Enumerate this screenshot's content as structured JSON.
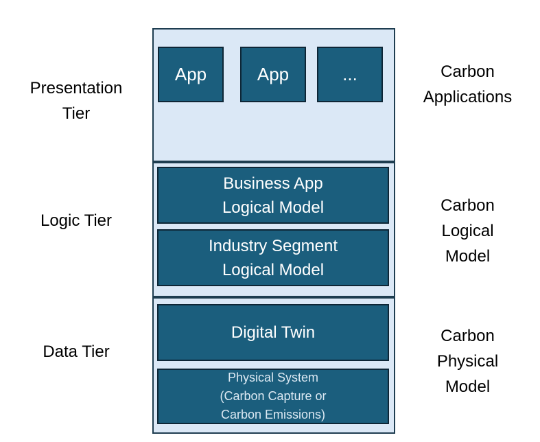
{
  "diagram": {
    "colors": {
      "panel_fill": "#DBE8F6",
      "panel_border": "#1E3D50",
      "box_fill": "#1B5E7D",
      "box_border": "#0E2636",
      "box_text": "#FFFFFF",
      "label_text": "#000000",
      "page_bg": "#FFFFFF"
    },
    "tiers": [
      {
        "id": "presentation",
        "left_label": "Presentation\nTier",
        "right_label": "Carbon\nApplications",
        "boxes": [
          "App",
          "App",
          "..."
        ]
      },
      {
        "id": "logic",
        "left_label": "Logic Tier",
        "right_label": "Carbon\nLogical\nModel",
        "boxes": [
          "Business App\nLogical Model",
          "Industry Segment\nLogical Model"
        ]
      },
      {
        "id": "data",
        "left_label": "Data Tier",
        "right_label": "Carbon\nPhysical\nModel",
        "boxes": [
          "Digital Twin",
          "Physical System\n(Carbon Capture or\nCarbon Emissions)"
        ]
      }
    ]
  }
}
